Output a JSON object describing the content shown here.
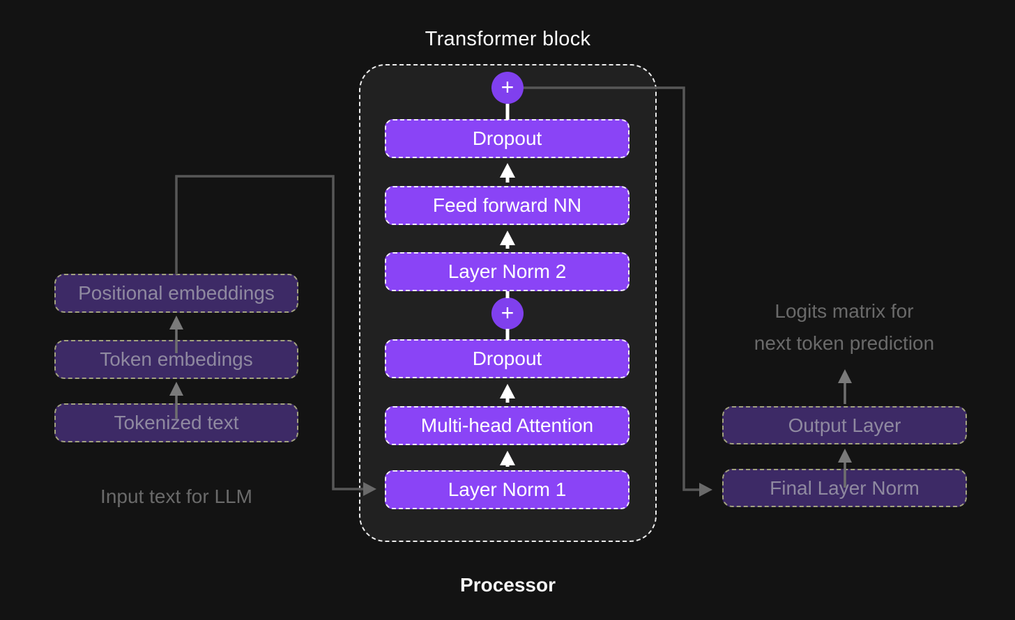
{
  "diagram": {
    "title": "Transformer block",
    "bottom_label": "Processor",
    "plus_symbol": "+"
  },
  "transformer_layers": [
    "Dropout",
    "Feed forward NN",
    "Layer Norm 2",
    "Dropout",
    "Multi-head Attention",
    "Layer Norm 1"
  ],
  "input_stack": {
    "boxes": [
      "Positional embeddings",
      "Token embedings",
      "Tokenized text"
    ],
    "caption": "Input text for LLM"
  },
  "output_stack": {
    "boxes": [
      "Output Layer",
      "Final Layer Norm"
    ],
    "caption_lines": [
      "Logits matrix for",
      "next token prediction"
    ]
  },
  "colors": {
    "background": "#131313",
    "panel": "#212121",
    "accent_purple": "#8a44f6",
    "plus_circle_purple": "#8040ee",
    "dim_purple": "#3d2a66",
    "connector_gray": "#575757",
    "arrow_white": "#ffffff"
  }
}
